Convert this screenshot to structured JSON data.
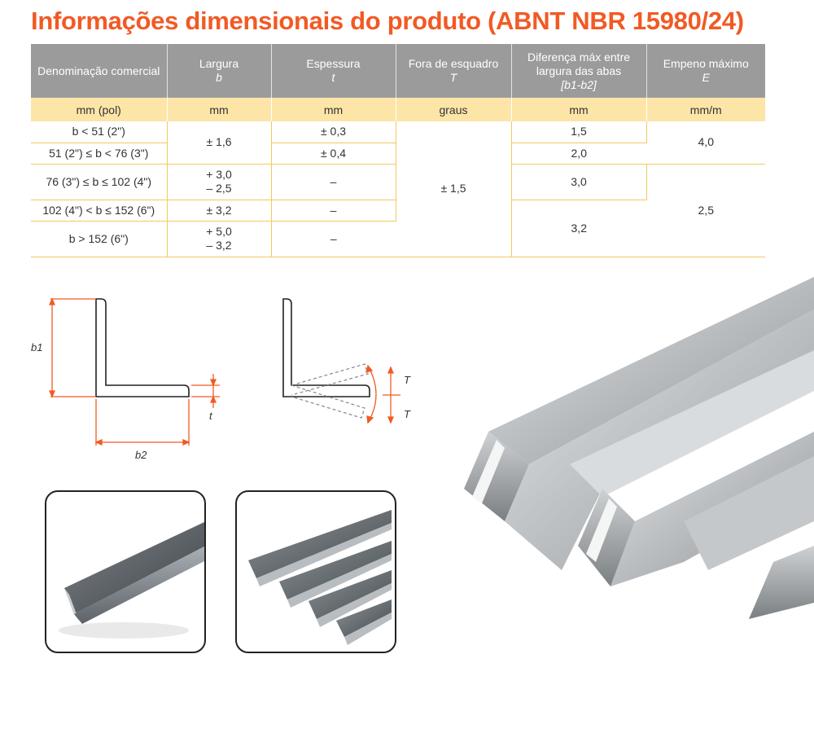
{
  "title": "Informações dimensionais do produto (ABNT NBR 15980/24)",
  "colors": {
    "title": "#f15a24",
    "header_bg": "#9b9b9b",
    "units_bg": "#fde5a8",
    "row_border": "#f3c95e",
    "dim_line": "#f15a24"
  },
  "table": {
    "headers": [
      {
        "label": "Denominação comercial",
        "var": ""
      },
      {
        "label": "Largura",
        "var": "b"
      },
      {
        "label": "Espessura",
        "var": "t"
      },
      {
        "label": "Fora de esquadro",
        "var": "T"
      },
      {
        "label": "Diferença máx entre largura das abas",
        "var": "[b1-b2]"
      },
      {
        "label": "Empeno máximo",
        "var": "E"
      }
    ],
    "units": [
      "mm (pol)",
      "mm",
      "mm",
      "graus",
      "mm",
      "mm/m"
    ],
    "rows": [
      {
        "denominacao": "b < 51 (2\")",
        "largura": "± 1,6",
        "espessura": "± 0,3",
        "esquadro": "± 1,5",
        "diferenca": "1,5",
        "empeno": "4,0"
      },
      {
        "denominacao": "51 (2\") ≤ b < 76 (3\")",
        "espessura": "± 0,4",
        "diferenca": "2,0"
      },
      {
        "denominacao": "76 (3\") ≤ b ≤ 102 (4\")",
        "largura_1": "+ 3,0",
        "largura_2": "– 2,5",
        "espessura": "–",
        "diferenca": "3,0",
        "empeno": "2,5"
      },
      {
        "denominacao": "102 (4\") < b ≤ 152 (6\")",
        "largura": "± 3,2",
        "espessura": "–",
        "diferenca": "3,2"
      },
      {
        "denominacao": "b > 152 (6\")",
        "largura_1": "+ 5,0",
        "largura_2": "– 3,2",
        "espessura": "–"
      }
    ]
  },
  "diagram1": {
    "label_b1": "b1",
    "label_b2": "b2",
    "label_t": "t"
  },
  "diagram2": {
    "label_t1": "T",
    "label_t2": "T"
  }
}
